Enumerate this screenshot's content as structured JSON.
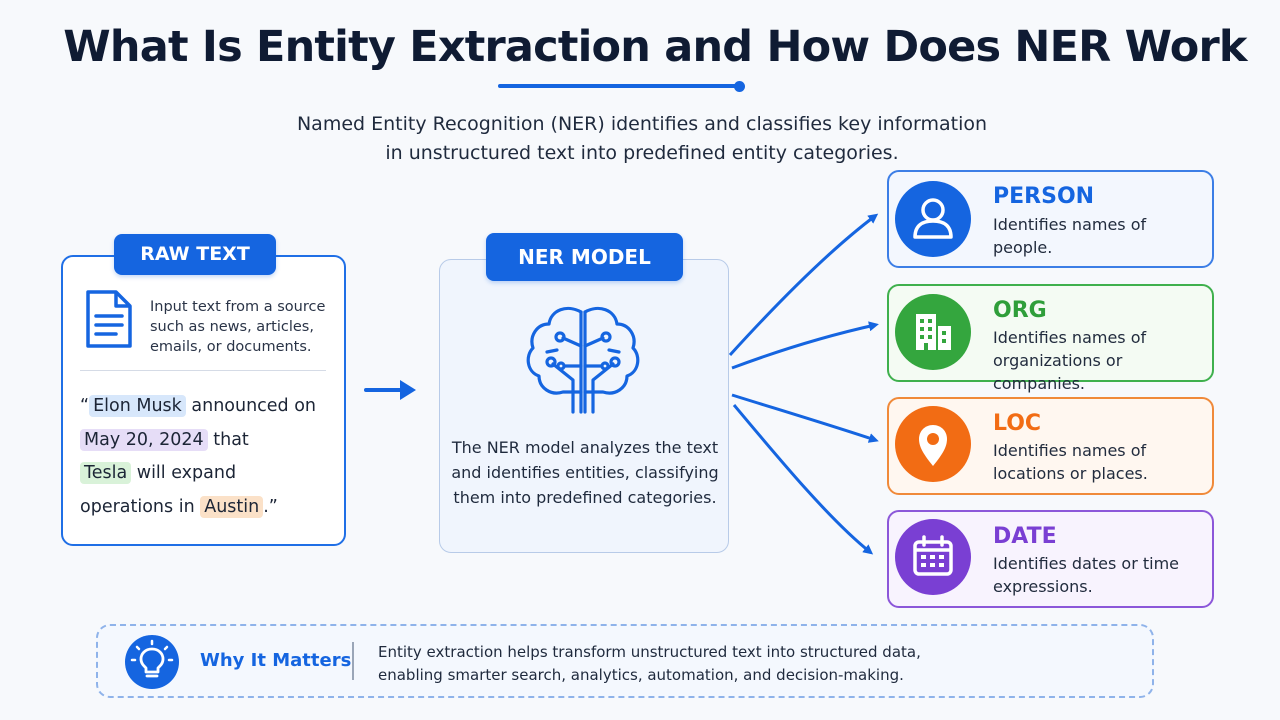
{
  "header": {
    "title": "What Is Entity Extraction and How Does NER Work",
    "subtitle_line1": "Named Entity Recognition (NER) identifies and classifies key information",
    "subtitle_line2": "in unstructured text into predefined entity categories."
  },
  "raw_text": {
    "label": "RAW TEXT",
    "icon": "document-icon",
    "description": "Input text from a source such as news, articles, emails, or documents.",
    "quote_open": "“",
    "quote_close": ".”",
    "segments": {
      "person": "Elon Musk",
      "t1": " announced on",
      "date": "May 20, 2024",
      "t2": " that",
      "org": "Tesla",
      "t3": " will expand",
      "t4": "operations in ",
      "loc": "Austin"
    }
  },
  "ner_model": {
    "label": "NER MODEL",
    "icon": "brain-circuit-icon",
    "description": "The NER model analyzes the text and identifies entities, classifying them into predefined categories."
  },
  "entities": [
    {
      "title": "PERSON",
      "description": "Identifies names of people.",
      "icon": "person-icon",
      "color": "#1565e0"
    },
    {
      "title": "ORG",
      "description": "Identifies names of organizations or companies.",
      "icon": "building-icon",
      "color": "#34a63e"
    },
    {
      "title": "LOC",
      "description": "Identifies names of locations or places.",
      "icon": "map-pin-icon",
      "color": "#f26c14"
    },
    {
      "title": "DATE",
      "description": "Identifies dates or time expressions.",
      "icon": "calendar-icon",
      "color": "#7a3fd3"
    }
  ],
  "why": {
    "title": "Why It Matters",
    "icon": "lightbulb-icon",
    "text_line1": "Entity extraction helps transform unstructured text into structured data,",
    "text_line2": "enabling smarter search, analytics, automation, and decision-making."
  },
  "colors": {
    "accent": "#1565e0",
    "person": "#1565e0",
    "org": "#34a63e",
    "loc": "#f26c14",
    "date": "#7a3fd3"
  }
}
